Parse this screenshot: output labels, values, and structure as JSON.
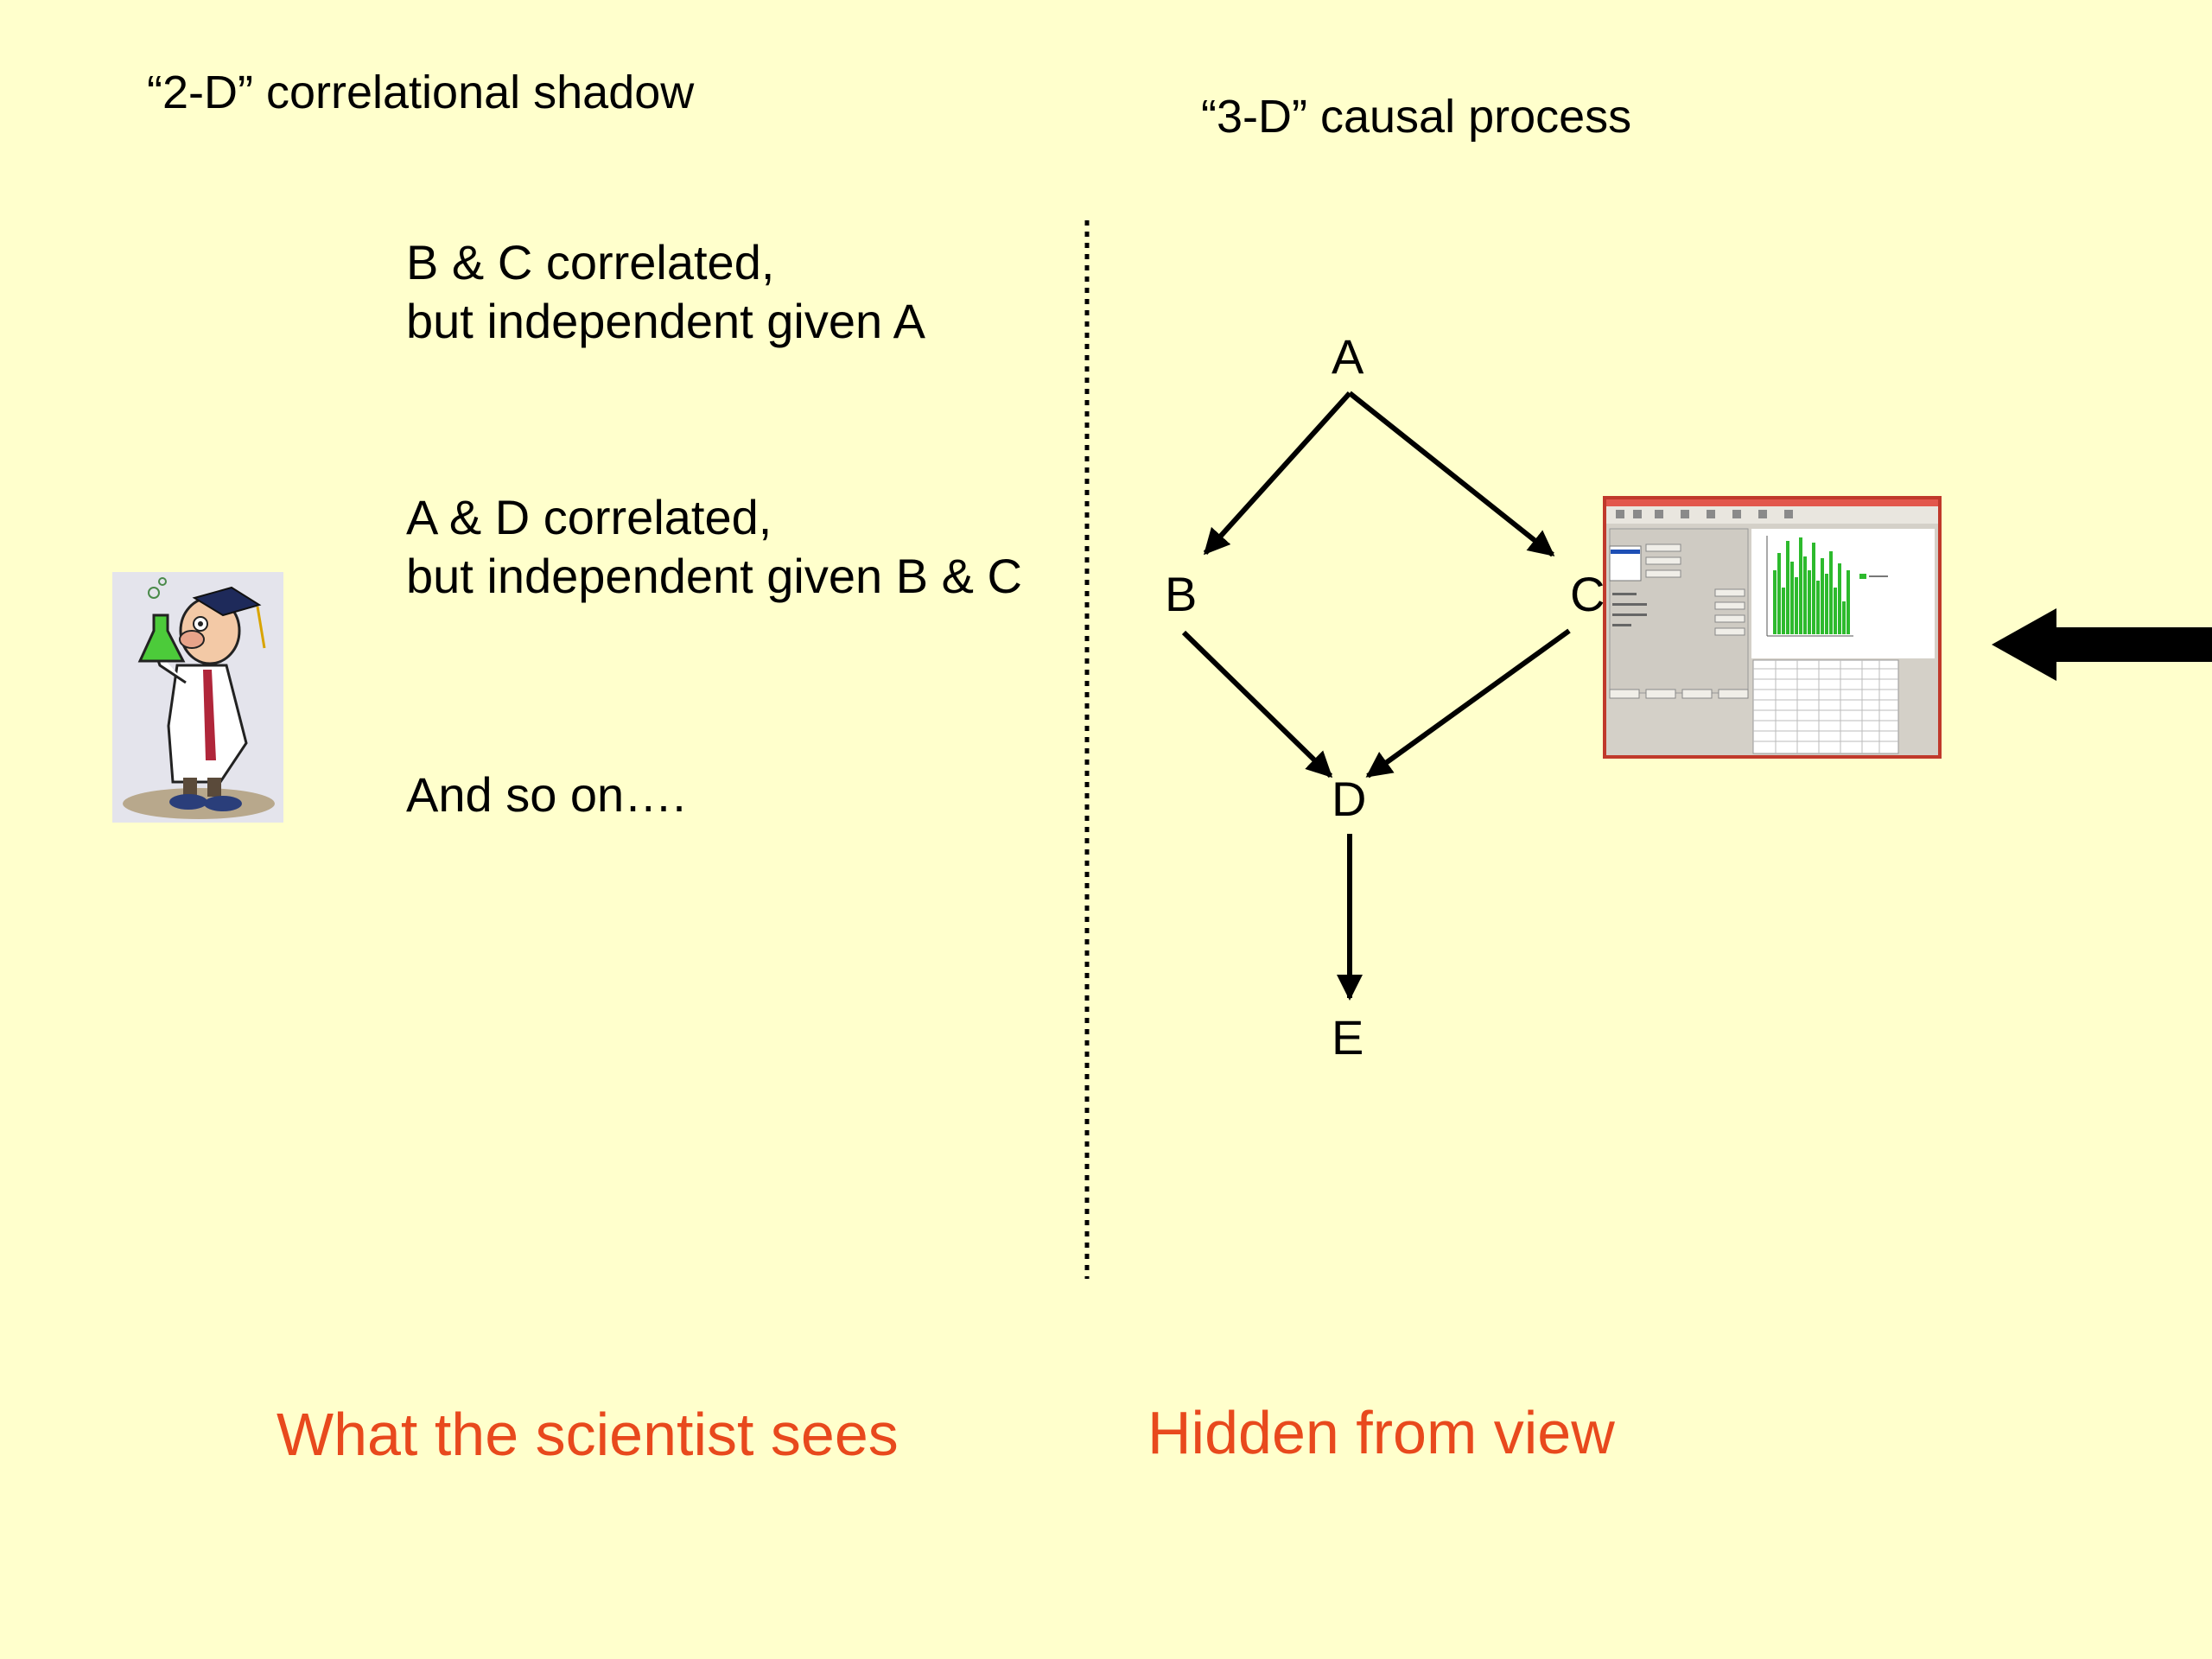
{
  "left": {
    "heading": "“2-D” correlational shadow",
    "statements": [
      {
        "line1": "B & C correlated,",
        "line2": "but independent given A"
      },
      {
        "line1": "A & D correlated,",
        "line2": "but independent given B & C"
      }
    ],
    "ellipsis": "And so on….",
    "caption": "What the scientist sees"
  },
  "right": {
    "heading": "“3-D” causal process",
    "nodes": [
      "A",
      "B",
      "C",
      "D",
      "E"
    ],
    "caption": "Hidden from view"
  },
  "colors": {
    "background": "#FFFFCC",
    "caption": "#E8491D",
    "bars": "#2DBA2D",
    "window_border": "#C0392B"
  },
  "icons": [
    "scientist-clipart",
    "software-window-thumbnail",
    "left-arrow-icon"
  ]
}
